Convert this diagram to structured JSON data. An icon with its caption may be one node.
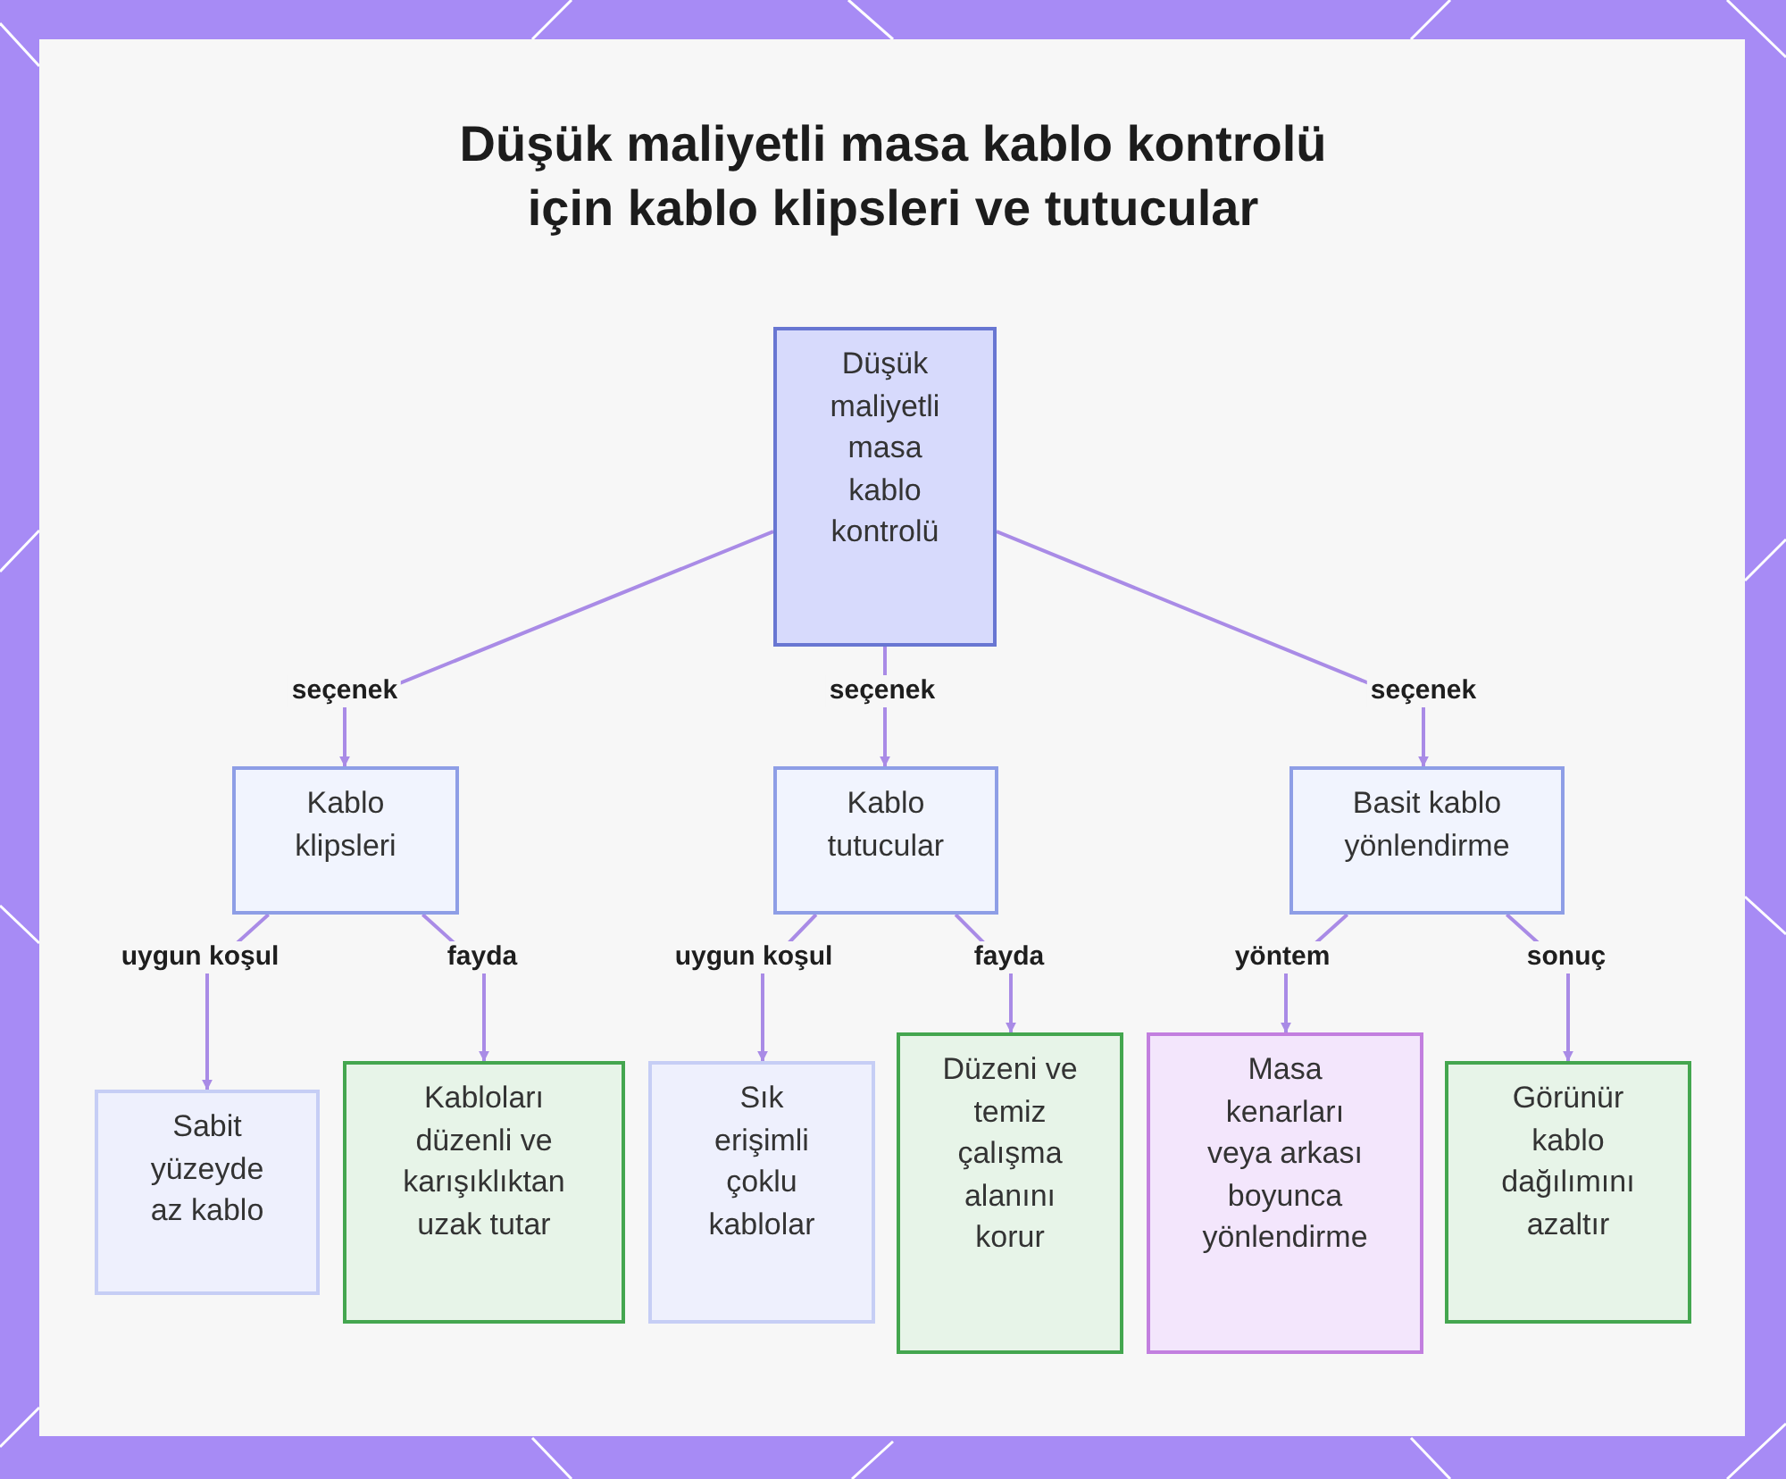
{
  "diagram": {
    "title": "Düşük maliyetli masa kablo kontrolü için kablo klipsleri ve tutucular",
    "nodes": [
      {
        "text": [
          "Düşük maliyetli masa kablo kontrolü"
        ]
      },
      {
        "text": [
          "Kablo klipsleri"
        ]
      },
      {
        "text": [
          "Kablo tutucular"
        ]
      },
      {
        "text": [
          "Basit kablo yönlendirme"
        ]
      },
      {
        "text": [
          "Sabit yüzeyde az kablo"
        ]
      },
      {
        "text": [
          "Kabloları düzenli ve karışıklıktan uzak tutar"
        ]
      },
      {
        "text": [
          "Sık erişimli çoklu kablolar"
        ]
      },
      {
        "text": [
          "Düzeni ve temiz çalışma alanını korur"
        ]
      },
      {
        "text": [
          "Masa kenarları veya arkası boyunca yönlendirme"
        ]
      },
      {
        "text": [
          "Görünür kablo dağılımını azaltır"
        ]
      }
    ],
    "edges": [
      {
        "from": 0,
        "to": 1,
        "arrow": "to",
        "label": "seçenek"
      },
      {
        "from": 0,
        "to": 2,
        "arrow": "to",
        "label": "seçenek"
      },
      {
        "from": 0,
        "to": 3,
        "arrow": "to",
        "label": "seçenek"
      },
      {
        "from": 1,
        "to": 4,
        "arrow": "to",
        "label": "uygun koşul"
      },
      {
        "from": 1,
        "to": 5,
        "arrow": "to",
        "label": "fayda"
      },
      {
        "from": 2,
        "to": 6,
        "arrow": "to",
        "label": "uygun koşul"
      },
      {
        "from": 2,
        "to": 7,
        "arrow": "to",
        "label": "fayda"
      },
      {
        "from": 3,
        "to": 8,
        "arrow": "to",
        "label": "yöntem"
      },
      {
        "from": 3,
        "to": 9,
        "arrow": "to",
        "label": "sonuç"
      }
    ]
  }
}
